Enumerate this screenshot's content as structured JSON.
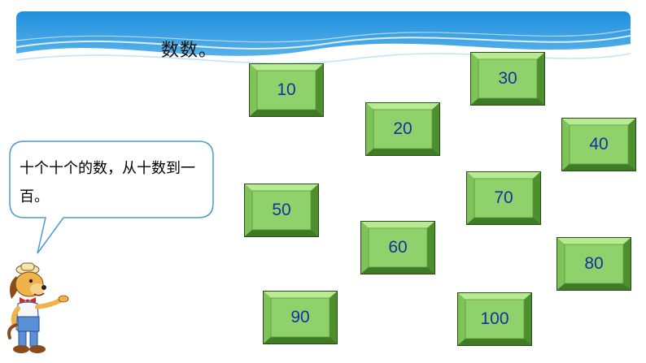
{
  "page": {
    "title": "数数。",
    "speech_bubble": "十个十个的数，从十数到一百。"
  },
  "tiles": [
    {
      "label": "10"
    },
    {
      "label": "20"
    },
    {
      "label": "30"
    },
    {
      "label": "40"
    },
    {
      "label": "50"
    },
    {
      "label": "60"
    },
    {
      "label": "70"
    },
    {
      "label": "80"
    },
    {
      "label": "90"
    },
    {
      "label": "100"
    }
  ],
  "colors": {
    "banner": "#2f9fe3",
    "tile_face": "#8fd16a",
    "tile_edge": "#3c7a23",
    "number_text": "#1a2fa0",
    "bubble_border": "#4a9ad4"
  }
}
